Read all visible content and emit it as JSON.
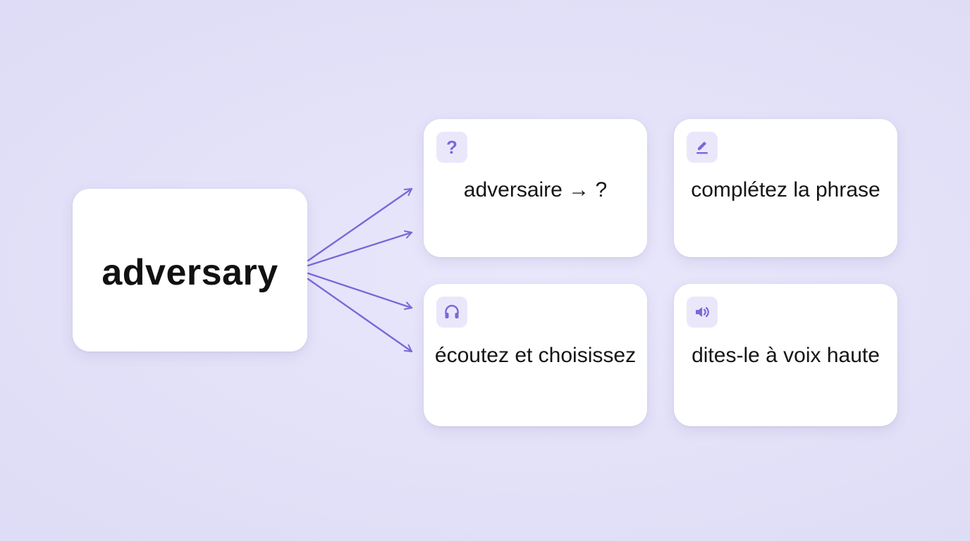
{
  "source": {
    "word": "adversary"
  },
  "tasks": [
    {
      "icon": "question-icon",
      "label": "adversaire → ?"
    },
    {
      "icon": "pencil-icon",
      "label": "complétez la phrase"
    },
    {
      "icon": "headphones-icon",
      "label": "écoutez et choisissez"
    },
    {
      "icon": "speaker-icon",
      "label": "dites-le à voix haute"
    }
  ],
  "colors": {
    "accent": "#7b68d8",
    "badge_background": "#ebe7fb",
    "background": "#e3e1f8",
    "card": "#ffffff",
    "text": "#111111"
  }
}
